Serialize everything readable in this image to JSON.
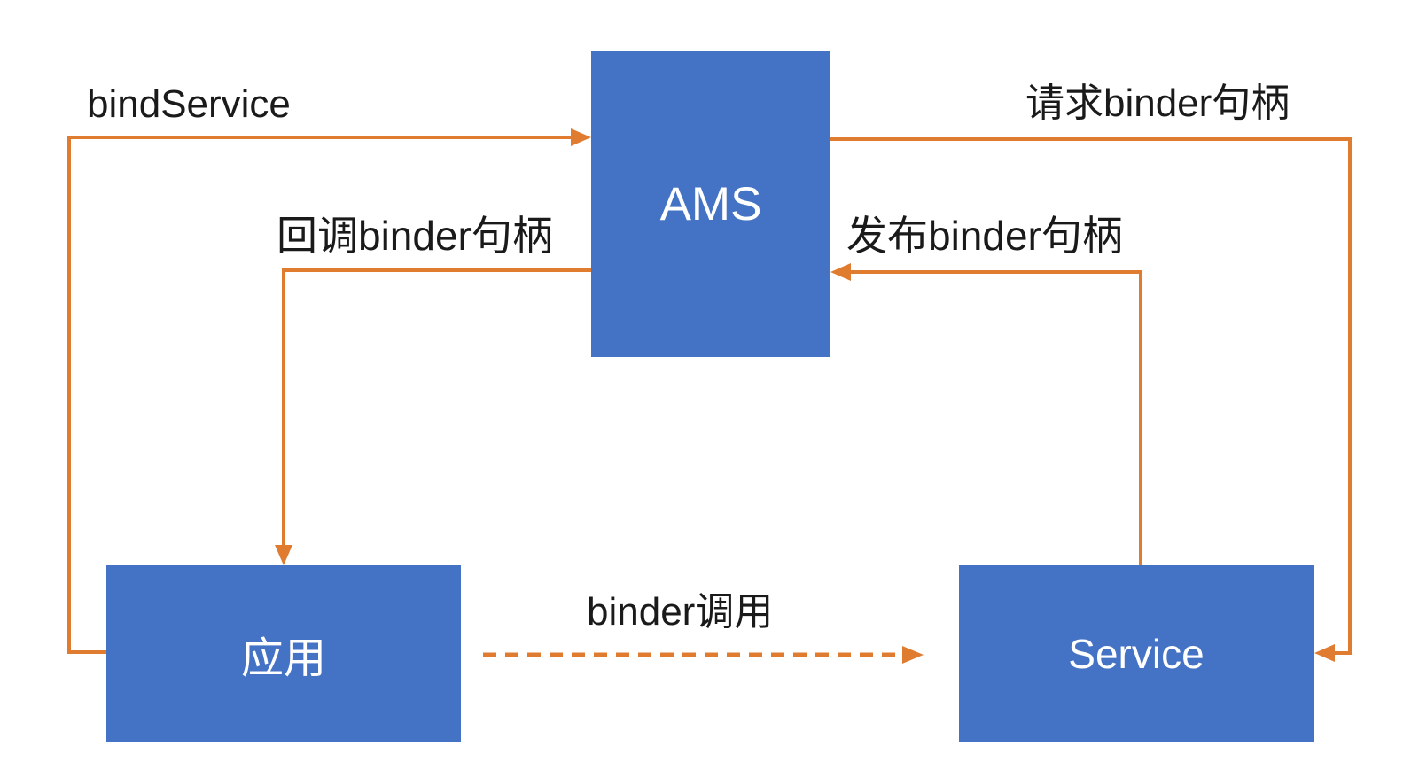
{
  "diagram": {
    "type": "flow-diagram",
    "nodes": [
      {
        "id": "ams",
        "label": "AMS"
      },
      {
        "id": "app",
        "label": "应用"
      },
      {
        "id": "service",
        "label": "Service"
      }
    ],
    "edges": [
      {
        "id": "bindservice",
        "label": "bindService",
        "from": "app",
        "to": "ams",
        "style": "solid"
      },
      {
        "id": "request-binder",
        "label": "请求binder句柄",
        "from": "ams",
        "to": "service",
        "style": "solid"
      },
      {
        "id": "callback-binder",
        "label": "回调binder句柄",
        "from": "ams",
        "to": "app",
        "style": "solid"
      },
      {
        "id": "publish-binder",
        "label": "发布binder句柄",
        "from": "service",
        "to": "ams",
        "style": "solid"
      },
      {
        "id": "binder-call",
        "label": "binder调用",
        "from": "app",
        "to": "service",
        "style": "dashed"
      }
    ],
    "colors": {
      "node_fill": "#4472C4",
      "node_text": "#FFFFFF",
      "arrow": "#E07C30",
      "label_text": "#1A1A1A",
      "background": "#FFFFFF"
    }
  }
}
